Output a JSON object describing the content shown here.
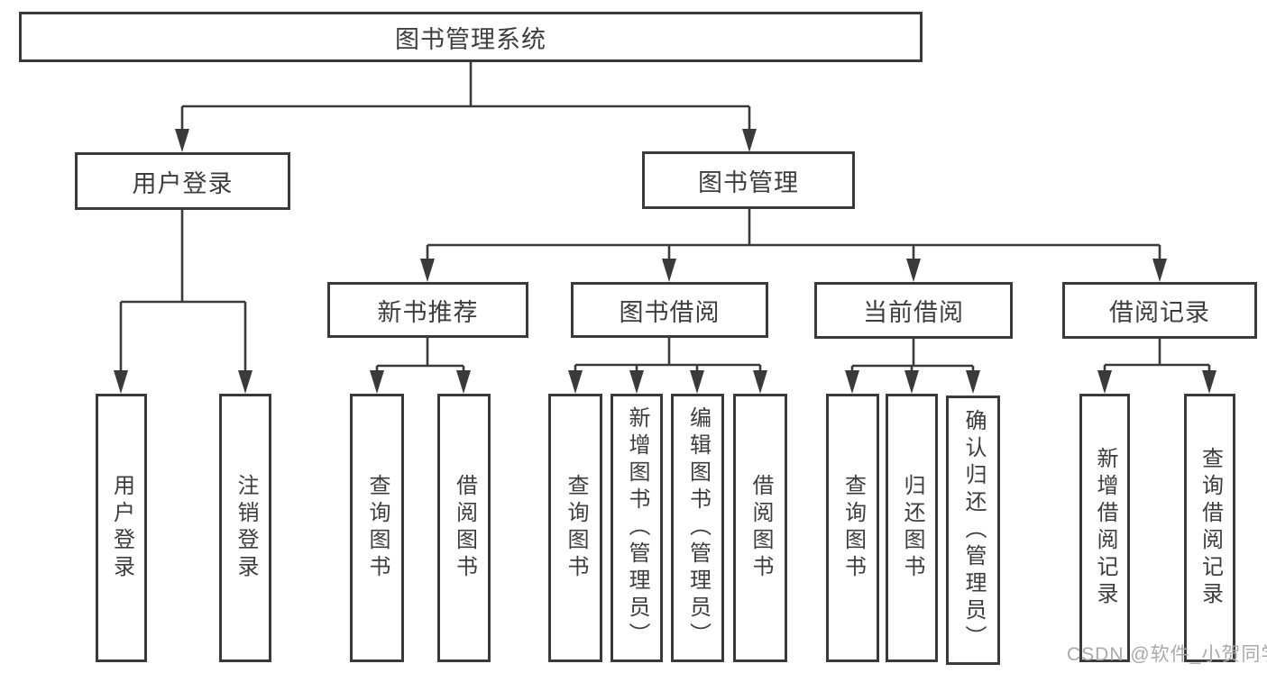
{
  "tree": {
    "label": "图书管理系统",
    "children": [
      {
        "label": "用户登录",
        "children": [
          {
            "label": "用户登录"
          },
          {
            "label": "注销登录"
          }
        ]
      },
      {
        "label": "图书管理",
        "children": [
          {
            "label": "新书推荐",
            "children": [
              {
                "label": "查询图书"
              },
              {
                "label": "借阅图书"
              }
            ]
          },
          {
            "label": "图书借阅",
            "children": [
              {
                "label": "查询图书"
              },
              {
                "label": "新增图书（管理员）"
              },
              {
                "label": "编辑图书（管理员）"
              },
              {
                "label": "借阅图书"
              }
            ]
          },
          {
            "label": "当前借阅",
            "children": [
              {
                "label": "查询图书"
              },
              {
                "label": "归还图书"
              },
              {
                "label": "确认归还（管理员）"
              }
            ]
          },
          {
            "label": "借阅记录",
            "children": [
              {
                "label": "新增借阅记录"
              },
              {
                "label": "查询借阅记录"
              }
            ]
          }
        ]
      }
    ]
  },
  "watermark": "CSDN @软件_小贺同学",
  "colors": {
    "line": "#3a3a3a",
    "border": "#3a3a3a",
    "text": "#3d3d3d",
    "watermark": "#a9a9a9",
    "background": "#ffffff"
  }
}
